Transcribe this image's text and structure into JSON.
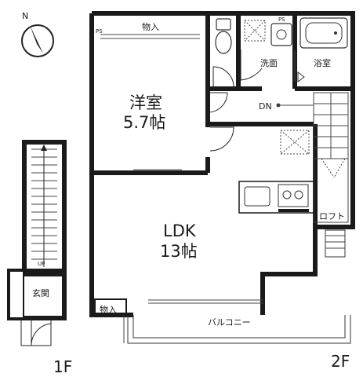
{
  "compass": {
    "north_label": "N"
  },
  "floors": {
    "first": "1F",
    "second": "2F"
  },
  "rooms": {
    "western_room": {
      "name": "洋室",
      "size": "5.7帖"
    },
    "ldk": {
      "name": "LDK",
      "size": "13帖"
    },
    "closet_top": "物入",
    "closet_bottom": "物入",
    "washroom": "洗面",
    "bathroom": "浴室",
    "balcony": "バルコニー",
    "loft": "ロフト",
    "entrance": "玄関"
  },
  "marks": {
    "ps": "PS",
    "ps_wash": "PS",
    "stairs_down": "DN",
    "stairs_up": "UP"
  }
}
